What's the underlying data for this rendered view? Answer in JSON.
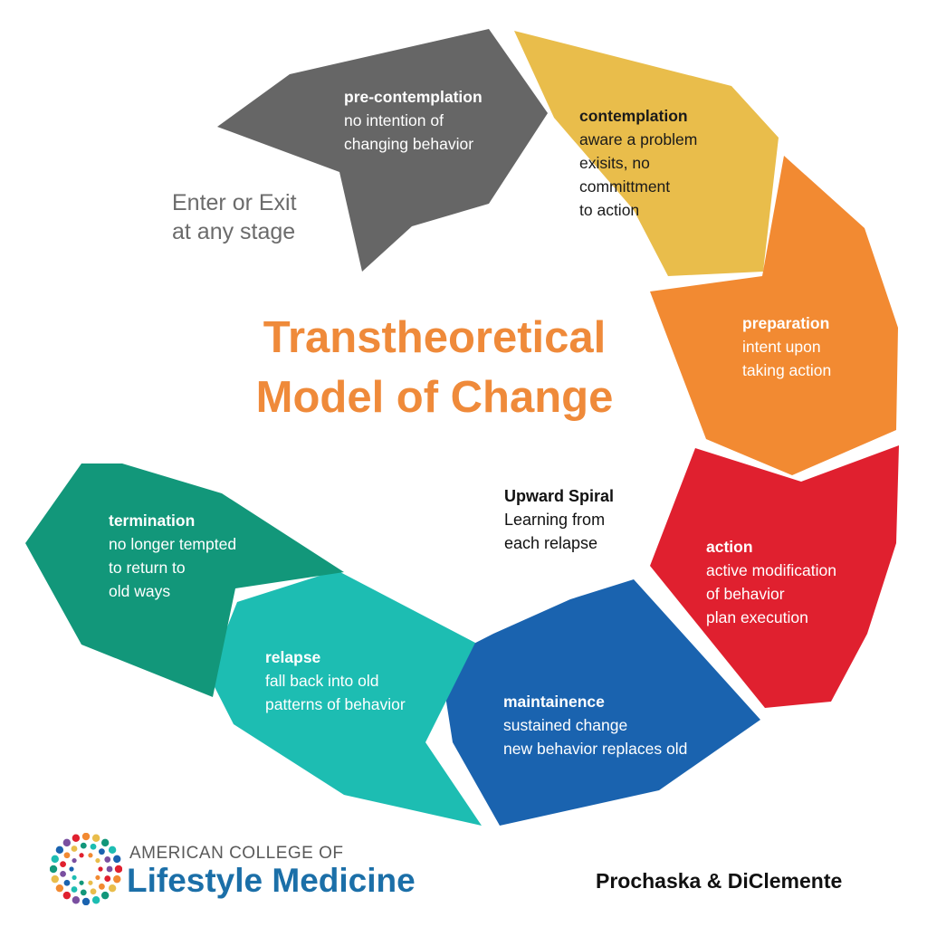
{
  "title": {
    "line1": "Transtheoretical",
    "line2": "Model of Change"
  },
  "note": {
    "line1": "Enter or Exit",
    "line2": "at any stage"
  },
  "center": {
    "title": "Upward Spiral",
    "line1": "Learning from",
    "line2": "each relapse"
  },
  "stages": [
    {
      "key": "precontemplation",
      "title": "pre-contemplation",
      "lines": [
        "no intention of",
        "changing behavior"
      ],
      "color": "#666666",
      "text_color": "#ffffff"
    },
    {
      "key": "contemplation",
      "title": "contemplation",
      "lines": [
        "aware a problem",
        "exisits, no",
        "committment",
        "to action"
      ],
      "color": "#e9bd4b",
      "text_color": "#1a1a1a"
    },
    {
      "key": "preparation",
      "title": "preparation",
      "lines": [
        "intent upon",
        "taking action"
      ],
      "color": "#f28a32",
      "text_color": "#ffffff"
    },
    {
      "key": "action",
      "title": "action",
      "lines": [
        "active modification",
        "of behavior",
        "plan execution"
      ],
      "color": "#e0202f",
      "text_color": "#ffffff"
    },
    {
      "key": "maintenance",
      "title": "maintainence",
      "lines": [
        "sustained change",
        "new behavior replaces old"
      ],
      "color": "#1a63af",
      "text_color": "#ffffff"
    },
    {
      "key": "relapse",
      "title": "relapse",
      "lines": [
        "fall back into old",
        "patterns of behavior"
      ],
      "color": "#1dbdb2",
      "text_color": "#ffffff"
    },
    {
      "key": "termination",
      "title": "termination",
      "lines": [
        "no longer tempted",
        "to return to",
        "old ways"
      ],
      "color": "#12977a",
      "text_color": "#ffffff"
    }
  ],
  "logo": {
    "line1": "AMERICAN COLLEGE OF",
    "line2": "Lifestyle Medicine",
    "dot_colors": [
      "#e0202f",
      "#f28a32",
      "#e9bd4b",
      "#12977a",
      "#1dbdb2",
      "#1a63af",
      "#7a4fa0"
    ]
  },
  "credit": "Prochaska & DiClemente"
}
